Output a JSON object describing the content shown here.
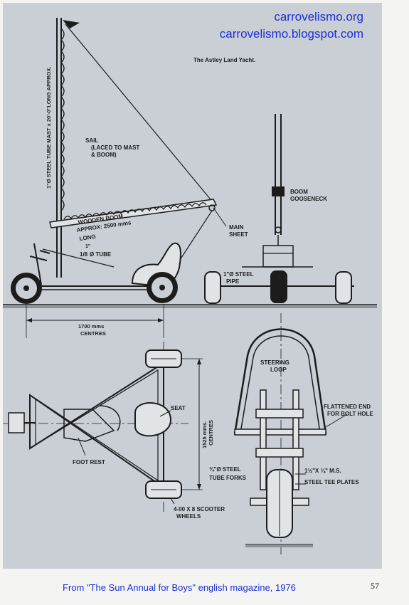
{
  "header": {
    "site_1": "carrovelismo.org",
    "site_2": "carrovelismo.blogspot.com",
    "title": "The Astley Land Yacht."
  },
  "side_view": {
    "mast_label": "1\"Ø STEEL TUBE MAST x 20'-0\"LONG APPROX.",
    "sail_1": "SAIL",
    "sail_2": "(LACED TO MAST",
    "sail_3": "& BOOM)",
    "boom_1": "WOODEN BOOM",
    "boom_2": "APPROX: 2500 mms",
    "boom_3": "LONG",
    "main_1": "MAIN",
    "main_2": "SHEET",
    "tube_frac": "1\"",
    "tube_frac_den": "1/8",
    "tube_label": "Ø TUBE",
    "dim_1": "1700 mms",
    "dim_2": "CENTRES"
  },
  "front_view": {
    "gooseneck_1": "BOOM",
    "gooseneck_2": "GOOSENECK",
    "pipe_1": "1\"Ø STEEL",
    "pipe_2": "PIPE"
  },
  "plan_view": {
    "seat": "SEAT",
    "dim_1": "1525 mms.",
    "dim_2": "CENTRES",
    "foot_rest": "FOOT REST",
    "wheels_1": "4-00 X 8 SCOOTER",
    "wheels_2": "WHEELS"
  },
  "fork_detail": {
    "loop_1": "STEERING",
    "loop_2": "LOOP",
    "flat_1": "FLATTENED END",
    "flat_2": "FOR BOLT HOLE",
    "plates_dim": "1½\"X ¼\" M.S.",
    "plates_label": "STEEL TEE PLATES",
    "forks_1": "¾\"Ø STEEL",
    "forks_2": "TUBE FORKS"
  },
  "footer": {
    "source": "From  \"The Sun Annual for Boys\" english magazine, 1976",
    "page": "57"
  },
  "colors": {
    "paper": "#c9cfd5",
    "ink": "#1c1c1c",
    "link": "#1a2fd6"
  }
}
